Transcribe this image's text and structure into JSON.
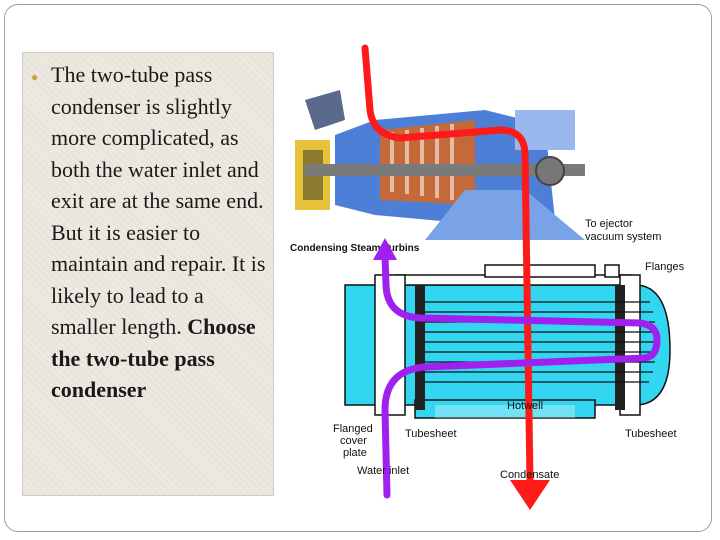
{
  "bullet": {
    "text": "The two-tube pass condenser is slightly more complicated, as both the water inlet and exit are at the same end. But it is easier to maintain and repair. It is likely to lead to a smaller length.",
    "emphasis": "Choose the two-tube pass condenser"
  },
  "diagram_labels": {
    "turbine_caption": "Condensing Steam Turbins",
    "ejector": "To ejector",
    "vacuum": "vacuum system",
    "flanges": "Flanges",
    "hotwell": "Hotwell",
    "flanged_cover": "Flanged",
    "flanged_cover2": "cover",
    "flanged_cover3": "plate",
    "tubesheet_left": "Tubesheet",
    "tubesheet_right": "Tubesheet",
    "water_inlet": "Water inlet",
    "condensate": "Condensate"
  },
  "colors": {
    "steam_arrow": "#ff1a1a",
    "water_arrow": "#a020f0",
    "water_fill": "#33d6f0",
    "bullet_dot": "#c8a34a"
  }
}
